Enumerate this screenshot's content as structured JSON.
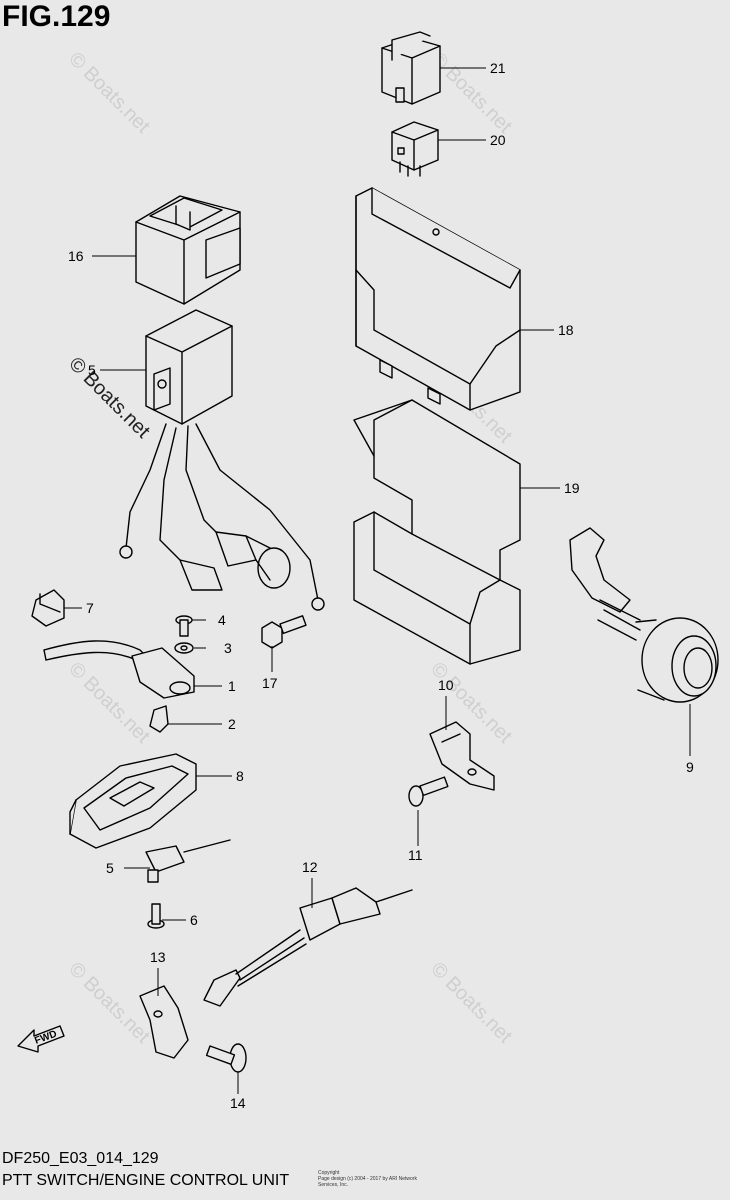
{
  "figure": {
    "title": "FIG.129",
    "model_code": "DF250_E03_014_129",
    "section_title": "PTT SWITCH/ENGINE CONTROL UNIT",
    "copyright_line1": "Copyright",
    "copyright_line2": "Page design (c) 2004 - 2017 by ARI Network Services, Inc."
  },
  "watermark": "© Boats.net",
  "direction_arrow": "FWD",
  "callouts": [
    {
      "id": "c1",
      "number": "1",
      "part": "ptt-switch"
    },
    {
      "id": "c2",
      "number": "2",
      "part": "pin"
    },
    {
      "id": "c3",
      "number": "3",
      "part": "washer"
    },
    {
      "id": "c4",
      "number": "4",
      "part": "screw"
    },
    {
      "id": "c5a",
      "number": "5",
      "part": "wiring-harness-relay-box"
    },
    {
      "id": "c5b",
      "number": "5",
      "part": "ptt-switch-lower"
    },
    {
      "id": "c6",
      "number": "6",
      "part": "bolt"
    },
    {
      "id": "c7",
      "number": "7",
      "part": "clamp"
    },
    {
      "id": "c8",
      "number": "8",
      "part": "switch-cover"
    },
    {
      "id": "c9",
      "number": "9",
      "part": "grommet-connector"
    },
    {
      "id": "c10",
      "number": "10",
      "part": "clamp-bracket"
    },
    {
      "id": "c11",
      "number": "11",
      "part": "bolt"
    },
    {
      "id": "c12",
      "number": "12",
      "part": "harness-connector"
    },
    {
      "id": "c13",
      "number": "13",
      "part": "clamp"
    },
    {
      "id": "c14",
      "number": "14",
      "part": "screw"
    },
    {
      "id": "c16",
      "number": "16",
      "part": "cover"
    },
    {
      "id": "c17",
      "number": "17",
      "part": "bolt"
    },
    {
      "id": "c18",
      "number": "18",
      "part": "engine-control-unit"
    },
    {
      "id": "c19",
      "number": "19",
      "part": "ecu-cover"
    },
    {
      "id": "c20",
      "number": "20",
      "part": "relay"
    },
    {
      "id": "c21",
      "number": "21",
      "part": "relay-cap"
    }
  ]
}
